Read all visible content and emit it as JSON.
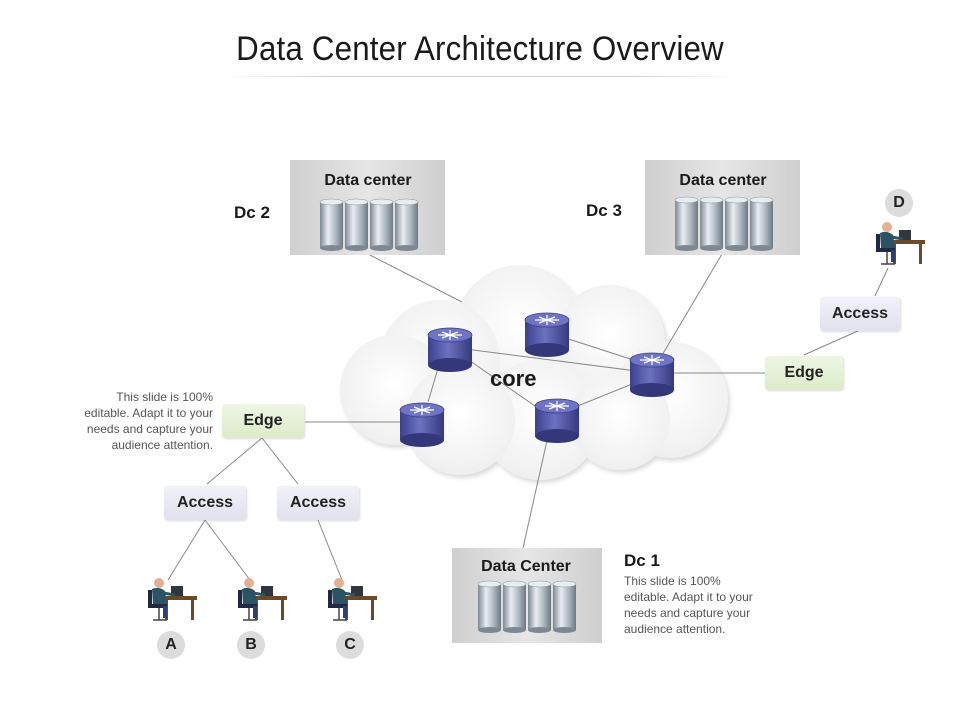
{
  "title": "Data Center Architecture Overview",
  "core_label": "core",
  "datacenters": [
    {
      "id": "Dc 2",
      "box_title": "Data center"
    },
    {
      "id": "Dc 3",
      "box_title": "Data center"
    },
    {
      "id": "Dc 1",
      "box_title": "Data Center"
    }
  ],
  "edge_labels": [
    "Edge",
    "Edge"
  ],
  "access_labels": [
    "Access",
    "Access",
    "Access"
  ],
  "users": [
    "A",
    "B",
    "C",
    "D"
  ],
  "note_left": [
    "This slide is 100%",
    "editable. Adapt it to your",
    "needs and capture your",
    "audience attention."
  ],
  "note_dc1": [
    "This slide is 100%",
    "editable. Adapt it to your",
    "needs and capture your",
    "audience attention."
  ],
  "colors": {
    "router": "#4b4f9a",
    "edge_bg": "#e4f0d6",
    "access_bg": "#e6e6f2",
    "box_bg": "#d8d8d8"
  }
}
